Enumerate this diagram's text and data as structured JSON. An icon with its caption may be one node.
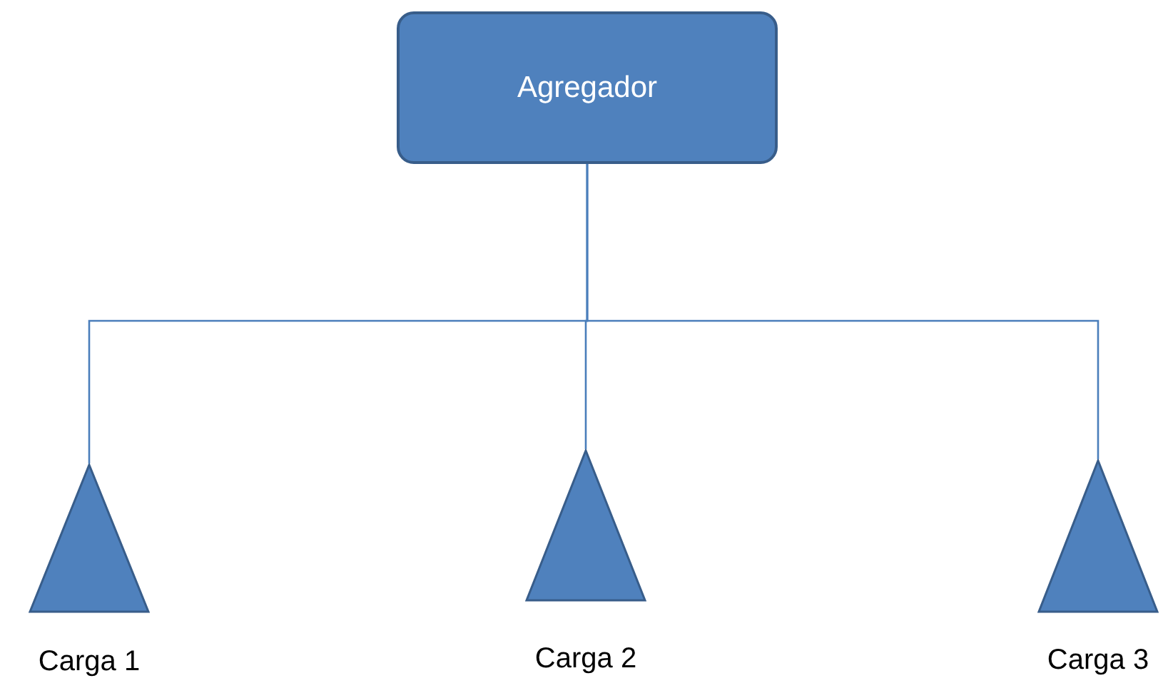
{
  "diagram": {
    "nodes": [
      {
        "text": [
          "Agregador"
        ]
      },
      {
        "text": [],
        "shape": "triangle",
        "beside": [
          "Carga 1"
        ]
      },
      {
        "text": [],
        "shape": "triangle",
        "beside": [
          "Carga 2"
        ]
      },
      {
        "text": [],
        "shape": "triangle",
        "beside": [
          "Carga 3"
        ]
      }
    ],
    "edges": [
      {
        "from": 0,
        "to": 1,
        "arrow": "none"
      },
      {
        "from": 0,
        "to": 2,
        "arrow": "none"
      },
      {
        "from": 0,
        "to": 3,
        "arrow": "none"
      }
    ]
  }
}
